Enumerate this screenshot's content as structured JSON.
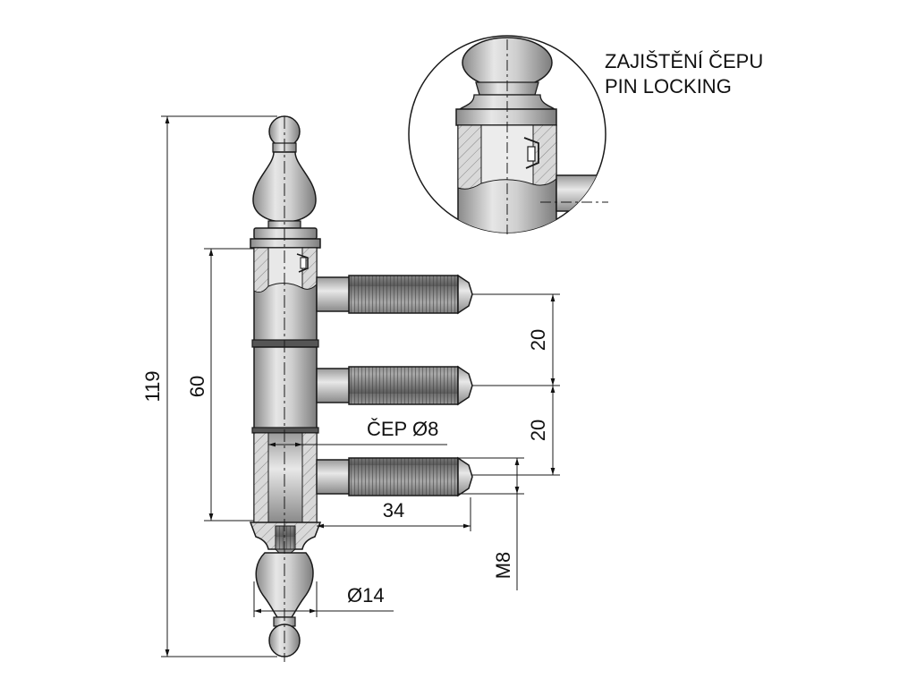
{
  "dimensions": {
    "total_length": "119",
    "between_outer_pins": "60",
    "pin_spacing_top": "20",
    "pin_spacing_bottom": "20",
    "pin_label": "ČEP Ø8",
    "pin_length": "34",
    "thread": "M8",
    "diameter": "Ø14"
  },
  "detail_note": {
    "line1": "ZAJIŠTĚNÍ ČEPU",
    "line2": "PIN LOCKING"
  },
  "colors": {
    "metal_light": "#e2e2e2",
    "metal_mid": "#b5b5b5",
    "metal_dark": "#7a7a7a",
    "outline": "#1a1a1a"
  }
}
